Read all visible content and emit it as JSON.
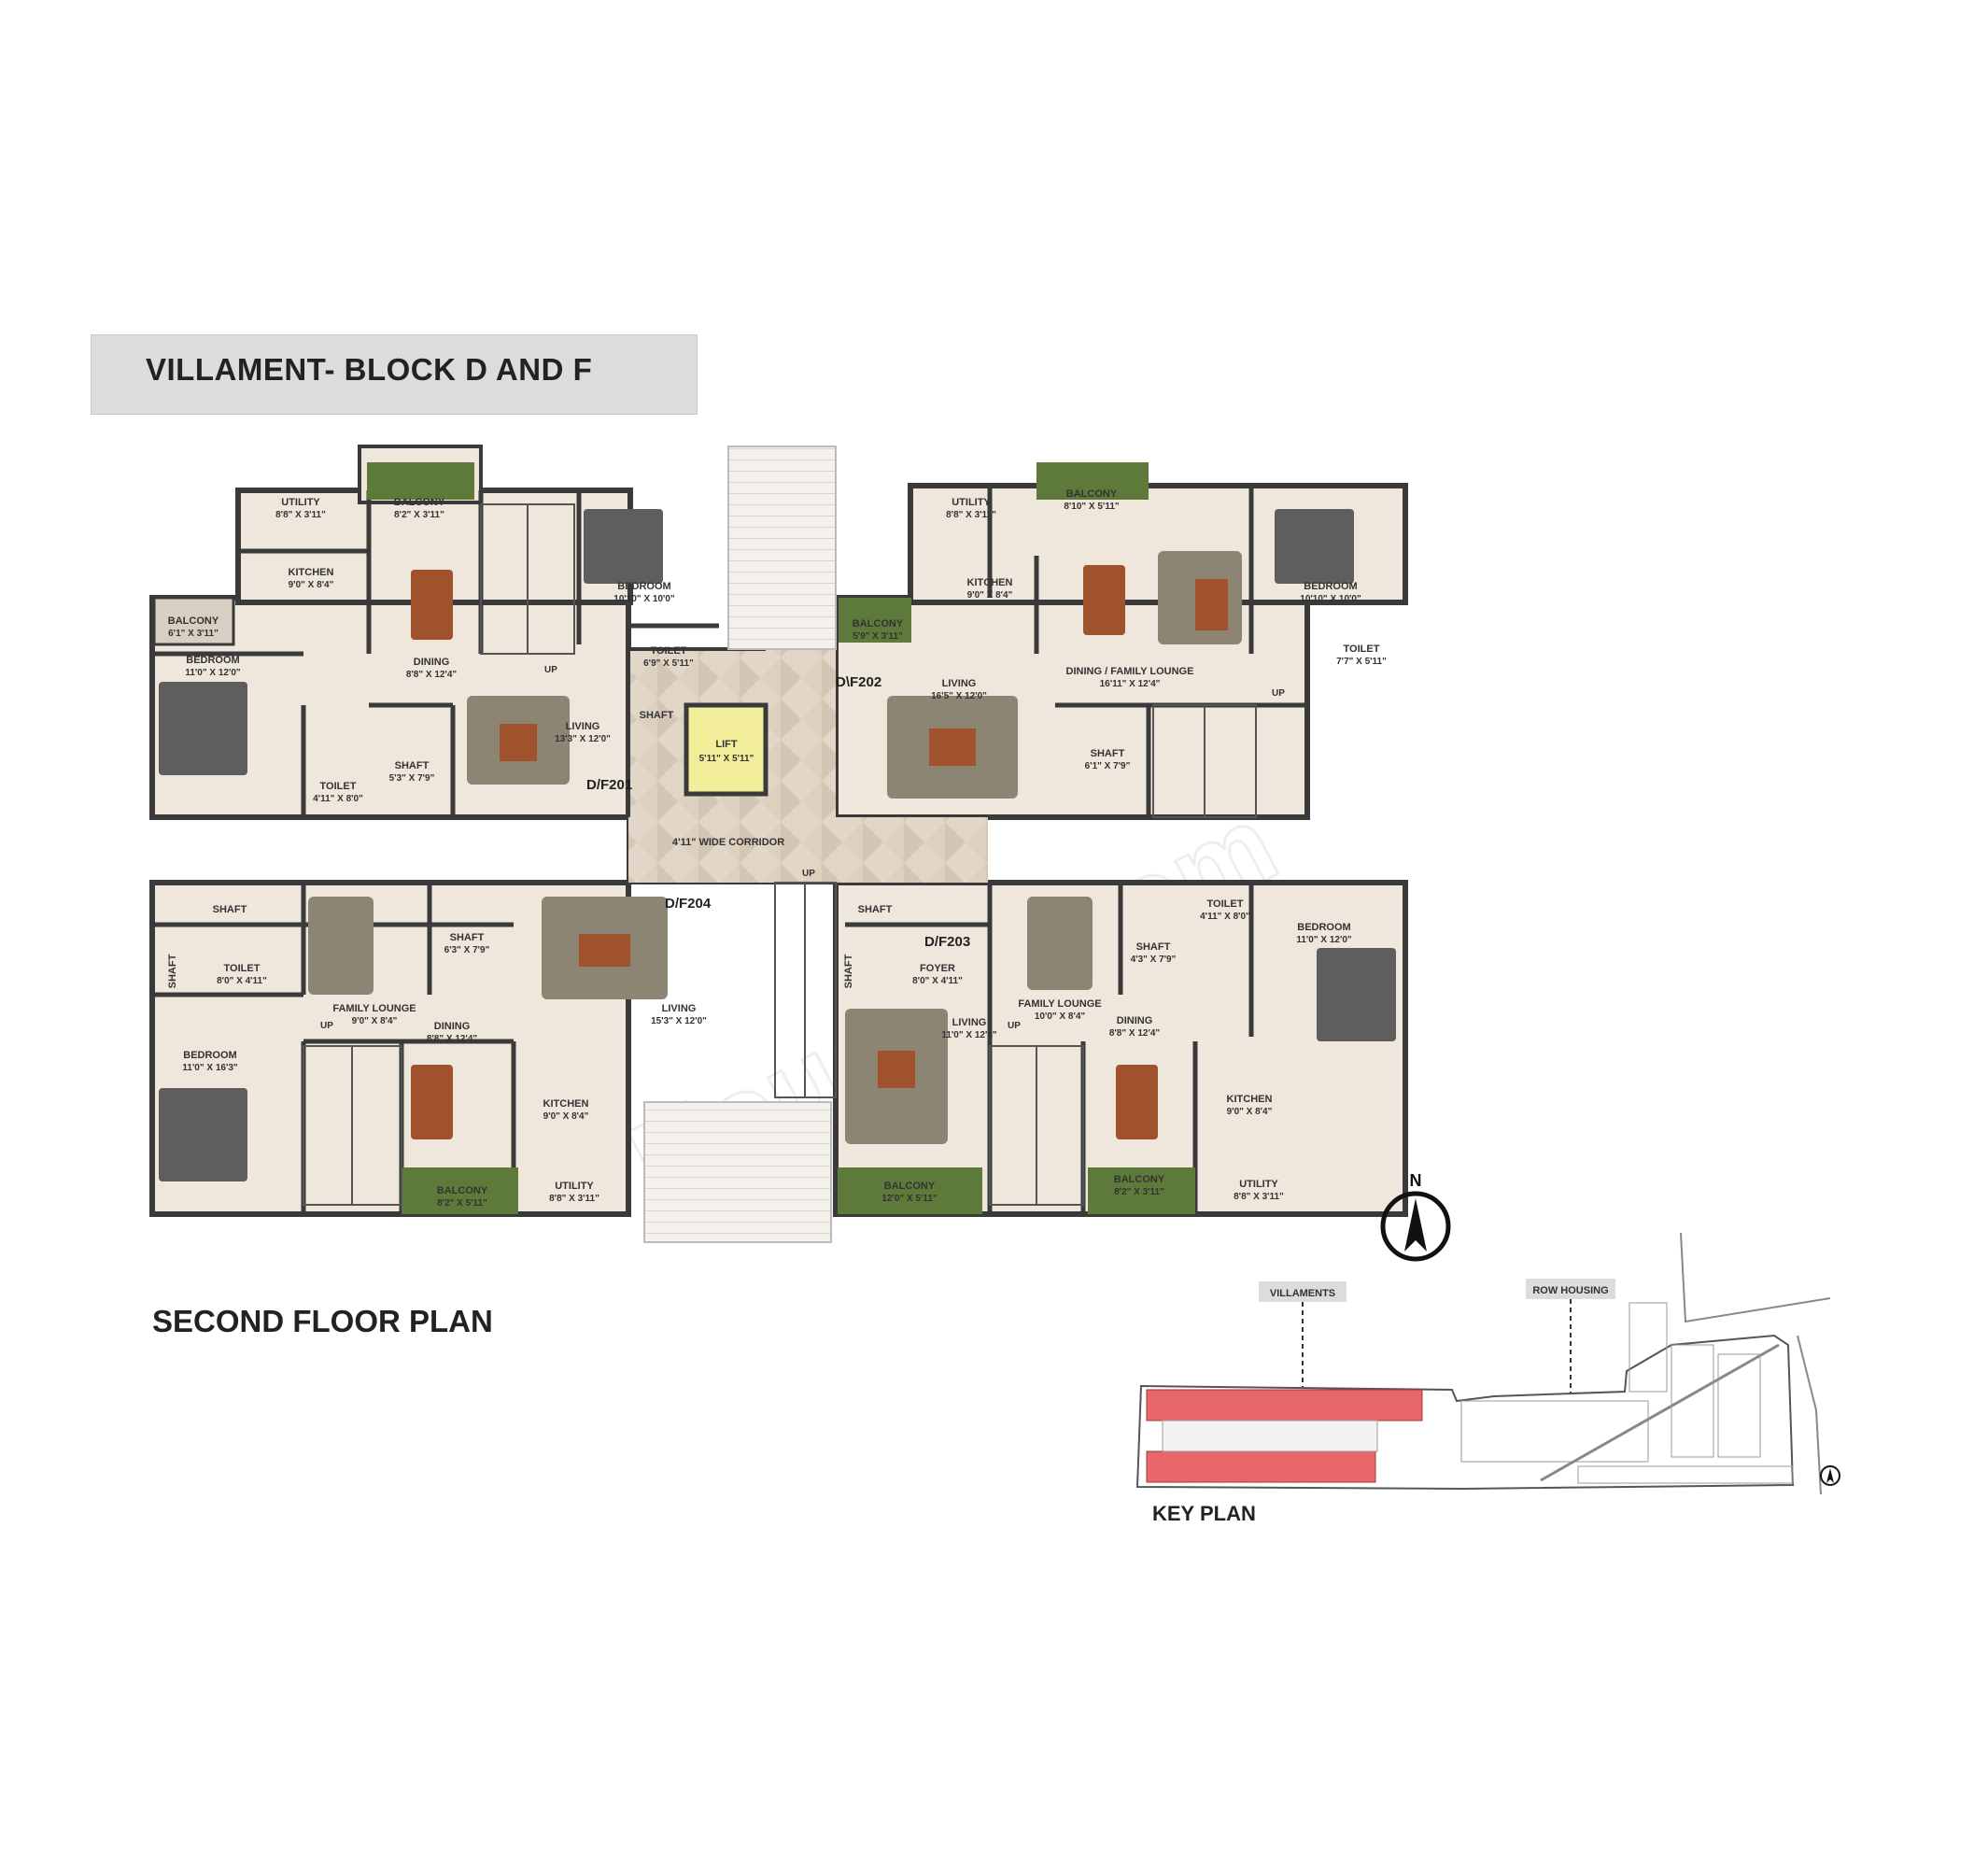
{
  "header": {
    "title": "VILLAMENT- BLOCK D AND F"
  },
  "captions": {
    "floor_plan": "SECOND FLOOR PLAN",
    "key_plan": "KEY PLAN"
  },
  "compass": {
    "north_label": "N"
  },
  "key_plan": {
    "villaments_label": "VILLAMENTS",
    "row_housing_label": "ROW HOUSING"
  },
  "watermark": "Housing.com",
  "corridor": {
    "label": "4'11\" WIDE CORRIDOR",
    "lift_name": "LIFT",
    "lift_dim": "5'11\" X 5'11\""
  },
  "up_label": "UP",
  "units": [
    {
      "id": "D/F201",
      "rooms": [
        {
          "name": "UTILITY",
          "dim": "8'8\" X 3'11\""
        },
        {
          "name": "BALCONY",
          "dim": "8'2\" X 3'11\""
        },
        {
          "name": "KITCHEN",
          "dim": "9'0\" X 8'4\""
        },
        {
          "name": "BEDROOM",
          "dim": "10'10\" X 10'0\""
        },
        {
          "name": "BALCONY",
          "dim": "6'1\" X 3'11\""
        },
        {
          "name": "DINING",
          "dim": "8'8\" X 12'4\""
        },
        {
          "name": "TOILET",
          "dim": "6'9\" X 5'11\""
        },
        {
          "name": "BEDROOM",
          "dim": "11'0\" X 12'0\""
        },
        {
          "name": "LIVING",
          "dim": "13'3\" X 12'0\""
        },
        {
          "name": "TOILET",
          "dim": "4'11\" X 8'0\""
        },
        {
          "name": "SHAFT",
          "dim": "5'3\" X 7'9\""
        },
        {
          "name": "SHAFT",
          "dim": ""
        }
      ]
    },
    {
      "id": "D\\F202",
      "rooms": [
        {
          "name": "UTILITY",
          "dim": "8'8\" X 3'11\""
        },
        {
          "name": "BALCONY",
          "dim": "8'10\" X 5'11\""
        },
        {
          "name": "KITCHEN",
          "dim": "9'0\" X 8'4\""
        },
        {
          "name": "BEDROOM",
          "dim": "10'10\" X 10'0\""
        },
        {
          "name": "BALCONY",
          "dim": "5'9\" X 3'11\""
        },
        {
          "name": "TOILET",
          "dim": "7'7\" X 5'11\""
        },
        {
          "name": "LIVING",
          "dim": "16'5\" X 12'0\""
        },
        {
          "name": "DINING / FAMILY LOUNGE",
          "dim": "16'11\" X 12'4\""
        },
        {
          "name": "SHAFT",
          "dim": "6'1\" X 7'9\""
        }
      ]
    },
    {
      "id": "D/F204",
      "rooms": [
        {
          "name": "SHAFT",
          "dim": ""
        },
        {
          "name": "SHAFT",
          "dim": ""
        },
        {
          "name": "TOILET",
          "dim": "8'0\" X 4'11\""
        },
        {
          "name": "SHAFT",
          "dim": "6'3\" X 7'9\""
        },
        {
          "name": "FAMILY LOUNGE",
          "dim": "9'0\" X 8'4\""
        },
        {
          "name": "LIVING",
          "dim": "15'3\" X 12'0\""
        },
        {
          "name": "BEDROOM",
          "dim": "11'0\" X 16'3\""
        },
        {
          "name": "DINING",
          "dim": "8'8\" X 12'4\""
        },
        {
          "name": "KITCHEN",
          "dim": "9'0\" X 8'4\""
        },
        {
          "name": "BALCONY",
          "dim": "8'2\" X 5'11\""
        },
        {
          "name": "UTILITY",
          "dim": "8'8\" X 3'11\""
        }
      ]
    },
    {
      "id": "D/F203",
      "rooms": [
        {
          "name": "SHAFT",
          "dim": ""
        },
        {
          "name": "SHAFT",
          "dim": ""
        },
        {
          "name": "FOYER",
          "dim": "8'0\" X 4'11\""
        },
        {
          "name": "TOILET",
          "dim": "4'11\" X 8'0\""
        },
        {
          "name": "SHAFT",
          "dim": "4'3\" X 7'9\""
        },
        {
          "name": "BEDROOM",
          "dim": "11'0\" X 12'0\""
        },
        {
          "name": "FAMILY LOUNGE",
          "dim": "10'0\" X 8'4\""
        },
        {
          "name": "LIVING",
          "dim": "11'0\" X 12'4\""
        },
        {
          "name": "DINING",
          "dim": "8'8\" X 12'4\""
        },
        {
          "name": "KITCHEN",
          "dim": "9'0\" X 8'4\""
        },
        {
          "name": "BALCONY",
          "dim": "12'0\" X 5'11\""
        },
        {
          "name": "BALCONY",
          "dim": "8'2\" X 3'11\""
        },
        {
          "name": "UTILITY",
          "dim": "8'8\" X 3'11\""
        }
      ]
    }
  ],
  "colors": {
    "floor": "#efe6dc",
    "wall": "#3a3a3a",
    "furniture": "#8c8574",
    "bed": "#5e5e5e",
    "wood": "#a0522d",
    "plant": "#4d6a2e",
    "keyplan_highlight": "#e8686a"
  }
}
